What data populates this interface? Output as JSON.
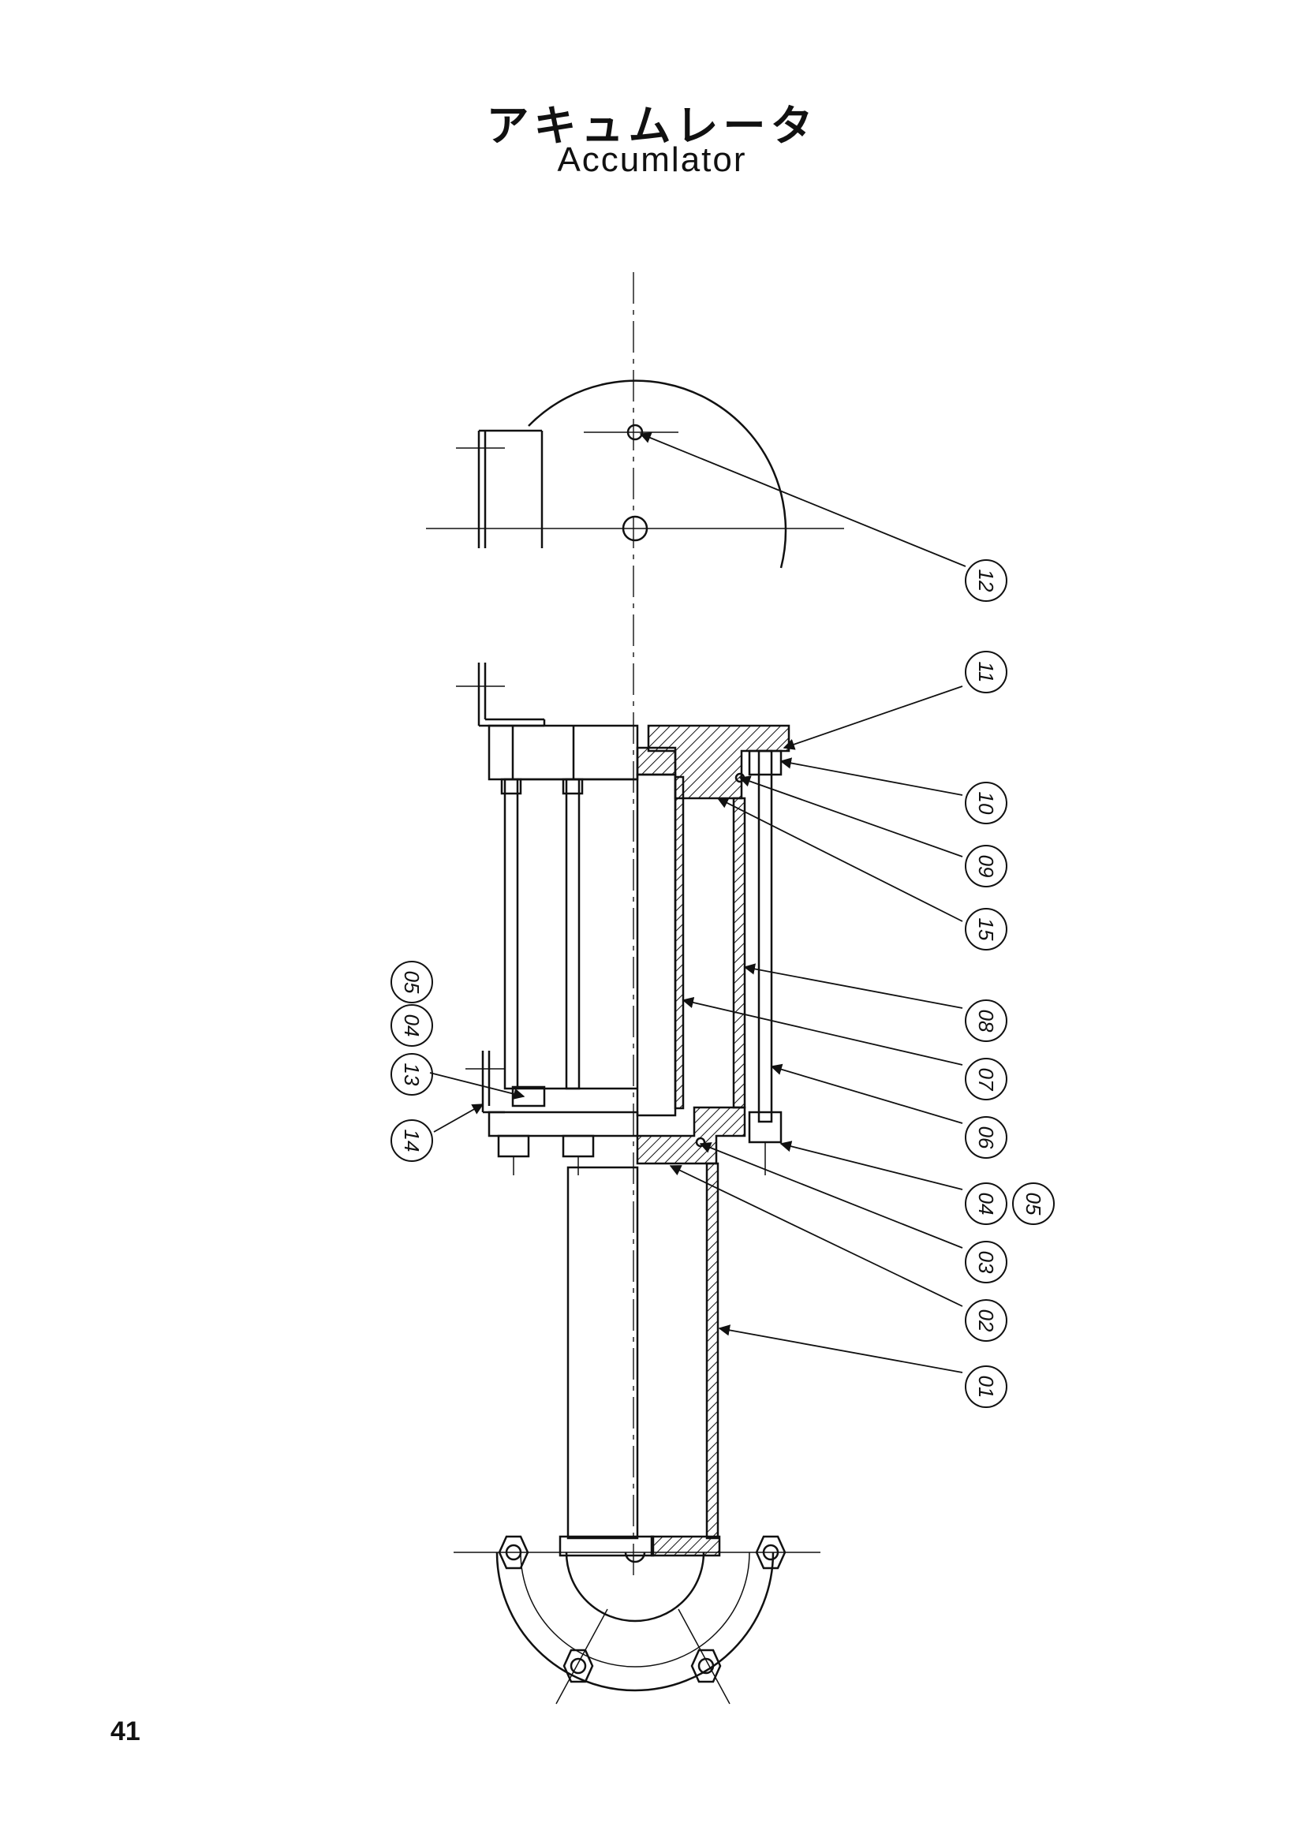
{
  "title": {
    "japanese": "アキュムレータ",
    "english": "Accumlator"
  },
  "page_number": "41",
  "callouts": [
    {
      "id": "c01",
      "label": "01"
    },
    {
      "id": "c02",
      "label": "02"
    },
    {
      "id": "c03",
      "label": "03"
    },
    {
      "id": "c04",
      "label": "04"
    },
    {
      "id": "c05",
      "label": "05"
    },
    {
      "id": "c06",
      "label": "06"
    },
    {
      "id": "c07",
      "label": "07"
    },
    {
      "id": "c08",
      "label": "08"
    },
    {
      "id": "c15",
      "label": "15"
    },
    {
      "id": "c09",
      "label": "09"
    },
    {
      "id": "c10",
      "label": "10"
    },
    {
      "id": "c11",
      "label": "11"
    },
    {
      "id": "c12",
      "label": "12"
    },
    {
      "id": "c13",
      "label": "13"
    },
    {
      "id": "c04b",
      "label": "04"
    },
    {
      "id": "c05b",
      "label": "05"
    },
    {
      "id": "c14",
      "label": "14"
    }
  ]
}
